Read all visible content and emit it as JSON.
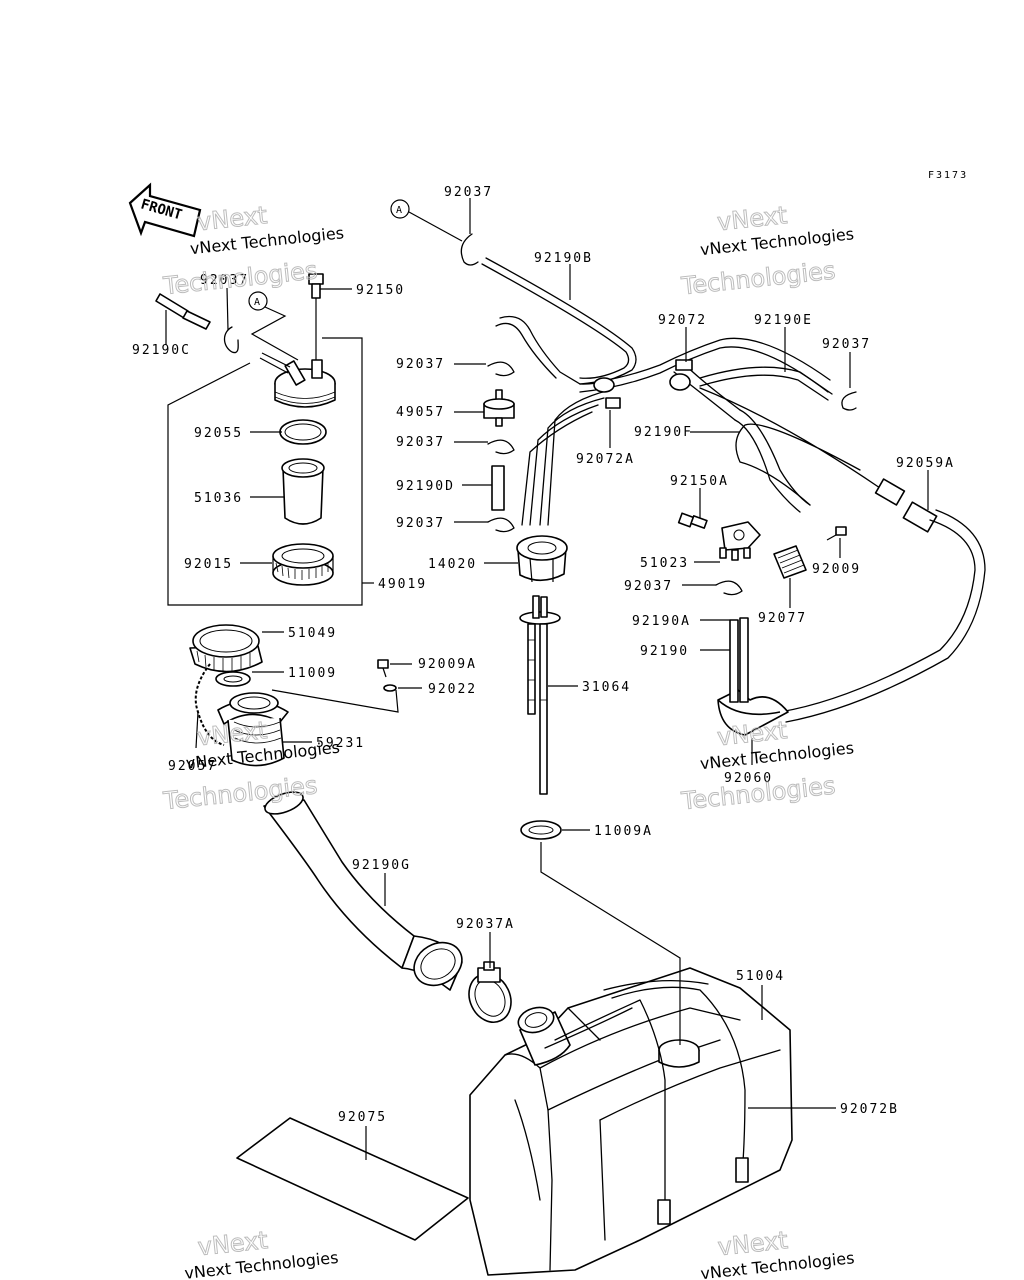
{
  "ref_code": "F3173",
  "front_label": "FRONT",
  "callout_letter": "A",
  "watermark": {
    "line1": "vNext Technologies",
    "line2": "vNext",
    "line3": "Technologies"
  },
  "labels": {
    "p92037_top": "92037",
    "p92190B": "92190B",
    "p92037_left": "92037",
    "p92150": "92150",
    "p92190C": "92190C",
    "p92072": "92072",
    "p92190E": "92190E",
    "p92037_right": "92037",
    "p92037_b": "92037",
    "p49057": "49057",
    "p92037_c": "92037",
    "p92072A": "92072A",
    "p92190F": "92190F",
    "p92055": "92055",
    "p92190D": "92190D",
    "p92150A": "92150A",
    "p92059A": "92059A",
    "p51036": "51036",
    "p92037_d": "92037",
    "p14020": "14020",
    "p51023": "51023",
    "p92009": "92009",
    "p92015": "92015",
    "p49019": "49019",
    "p92037_e": "92037",
    "p92077": "92077",
    "p92190A": "92190A",
    "p51049": "51049",
    "p92190": "92190",
    "p92009A": "92009A",
    "p11009": "11009",
    "p92022": "92022",
    "p31064": "31064",
    "p59231": "59231",
    "p92057": "92057",
    "p92060": "92060",
    "p11009A": "11009A",
    "p92190G": "92190G",
    "p92037A": "92037A",
    "p51004": "51004",
    "p92072B": "92072B",
    "p92075": "92075"
  }
}
